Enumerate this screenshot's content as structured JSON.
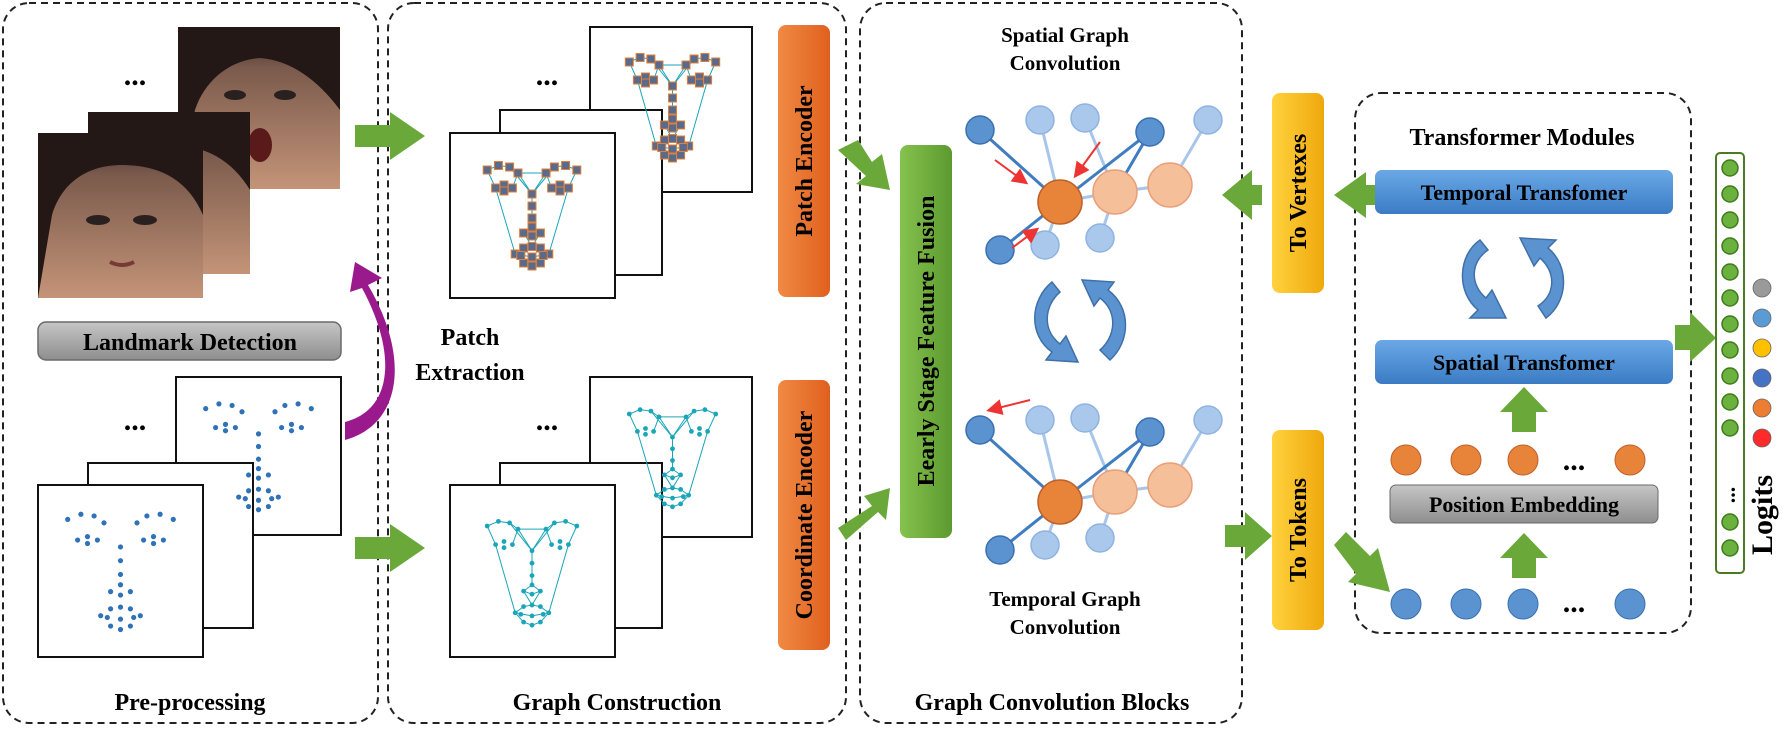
{
  "sections": {
    "preprocessing": "Pre-processing",
    "graph_construction": "Graph Construction",
    "graph_conv_blocks": "Graph Convolution Blocks",
    "transformer_modules": "Transformer Modules"
  },
  "labels": {
    "landmark_detection": "Landmark Detection",
    "patch_extraction_1": "Patch",
    "patch_extraction_2": "Extraction",
    "patch_encoder": "Patch Encoder",
    "coordinate_encoder": "Coordinate Encoder",
    "early_fusion": "Eearly Stage Feature Fusion",
    "spatial_gc_1": "Spatial Graph",
    "spatial_gc_2": "Convolution",
    "temporal_gc_1": "Temporal Graph",
    "temporal_gc_2": "Convolution",
    "to_vertexes": "To Vertexes",
    "to_tokens": "To Tokens",
    "temporal_transformer": "Temporal Transfomer",
    "spatial_transformer": "Spatial Transfomer",
    "position_embedding": "Position Embedding",
    "logits": "Logits",
    "ellipsis": "..."
  },
  "colors": {
    "orange_encoder": "#e8742f",
    "green_fusion": "#6aaa3c",
    "yellow_box": "#f4b81c",
    "blue_transformer": "#4a8fd0",
    "gray_box": "#a7a7a7",
    "arrow_green": "#6aa83a",
    "node_blue": "#5b93d1",
    "node_lightblue": "#a9c8ec",
    "node_orange": "#e8843a",
    "node_peach": "#f5bf9a",
    "magenta_arrow": "#9a1a8e",
    "logit_green": "#6ab23d",
    "dot_gray": "#9a9a9a",
    "dot_blue": "#5b9bd5",
    "dot_yellow": "#ffc000",
    "dot_navy": "#4472c4",
    "dot_orange": "#ed7d31",
    "dot_red": "#ff2a2a"
  }
}
